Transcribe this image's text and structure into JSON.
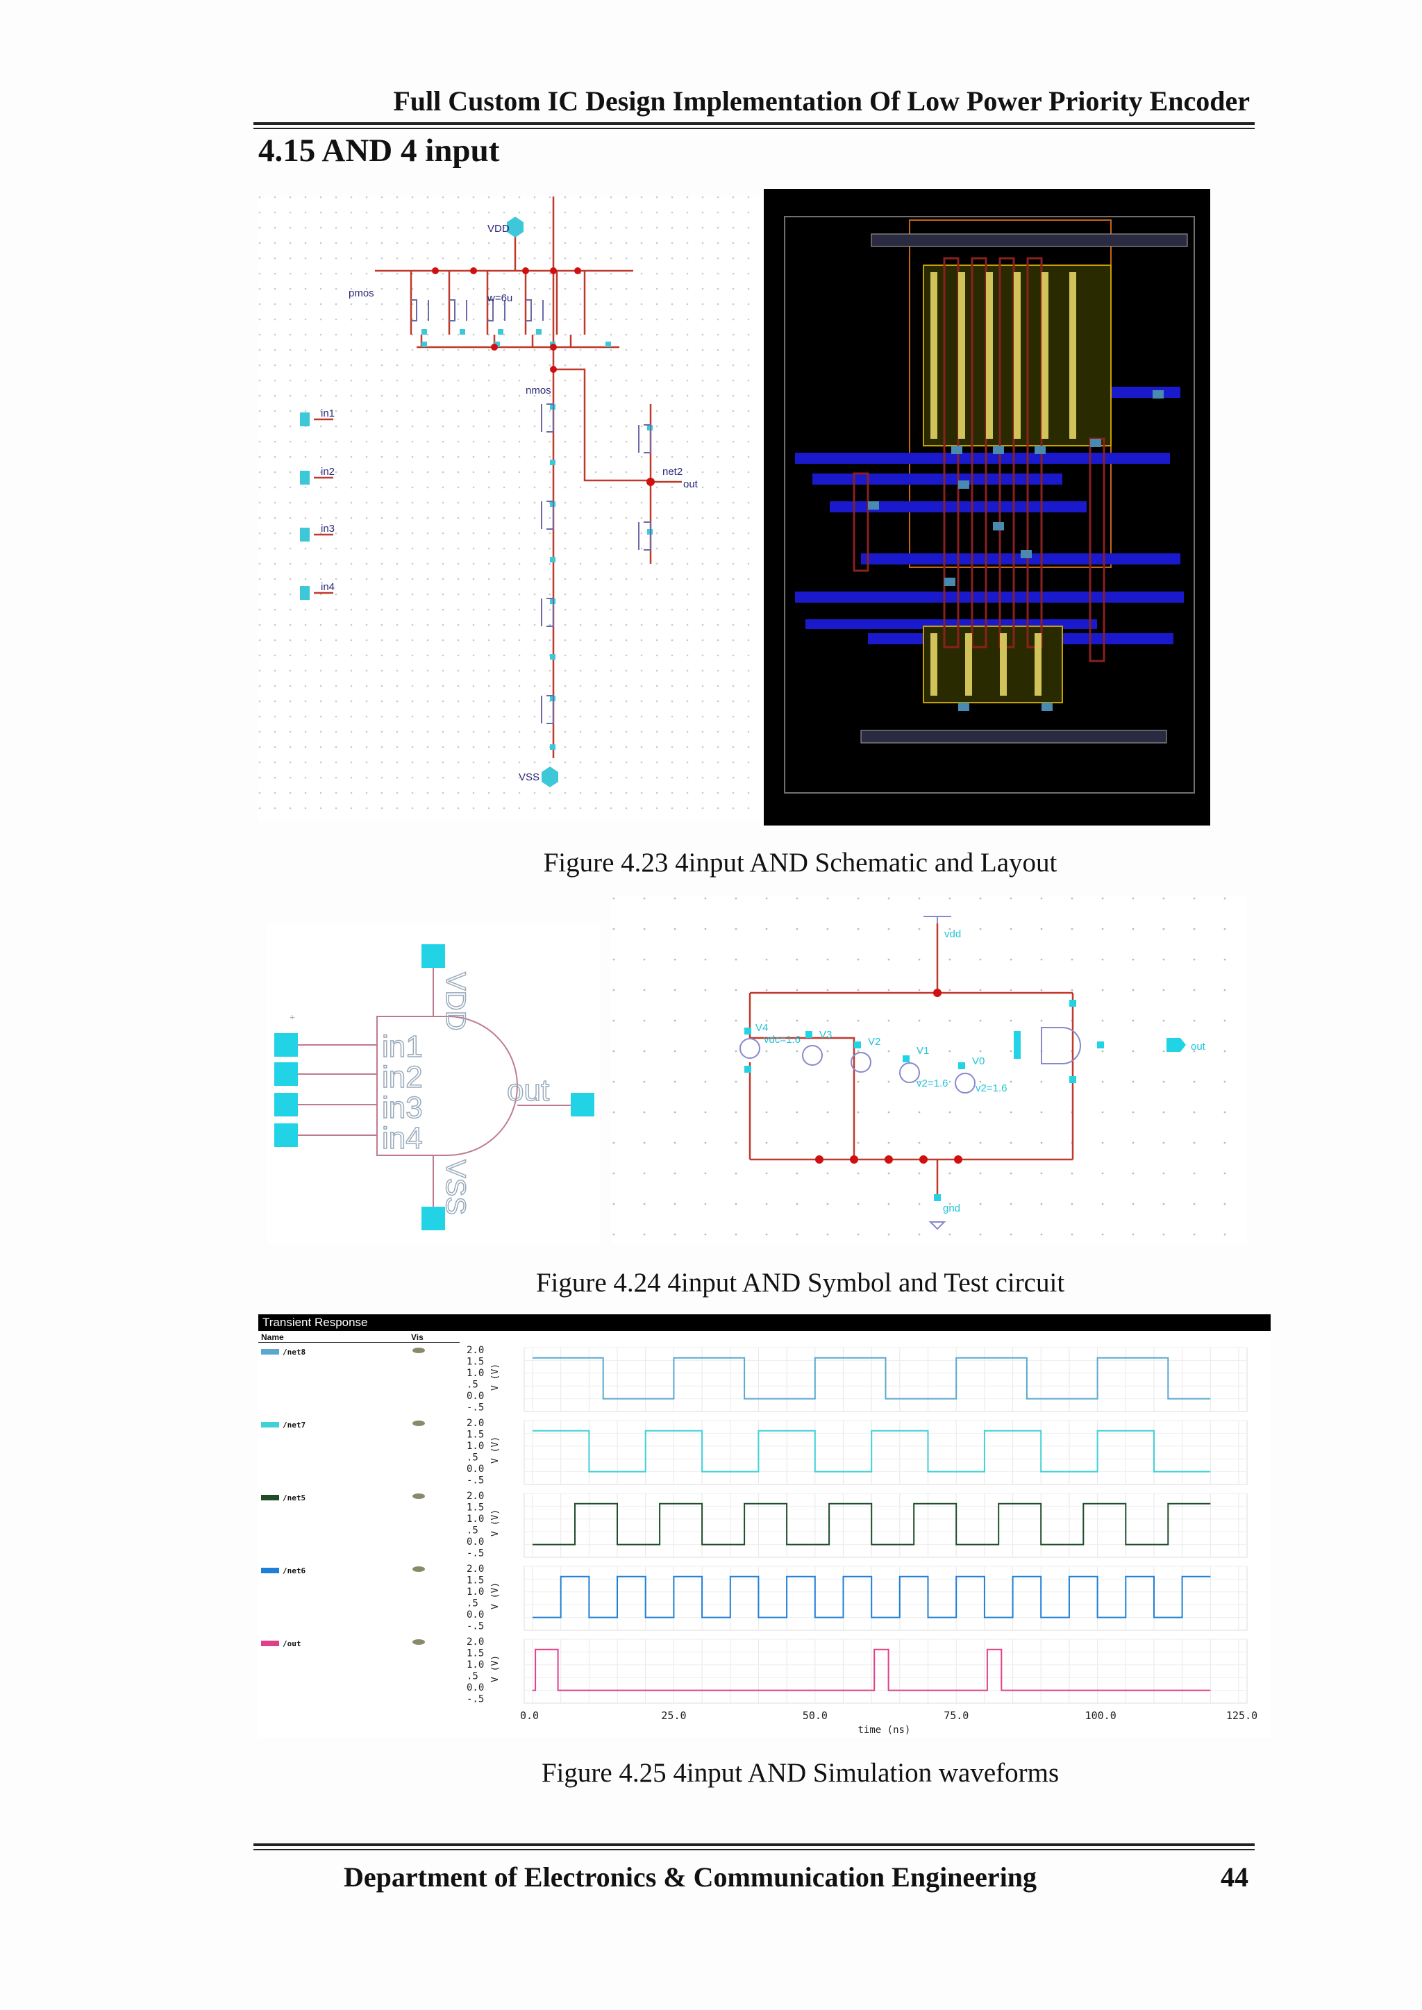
{
  "header": {
    "title": "Full Custom IC Design Implementation Of Low Power Priority Encoder"
  },
  "section": {
    "title": "4.15 AND 4 input"
  },
  "figures": {
    "schematic": {
      "caption": "Figure 4.23 4input AND Schematic and Layout",
      "vdd": "VDD",
      "vss": "VSS",
      "inputs": [
        "in1",
        "in2",
        "in3",
        "in4"
      ],
      "out": "out",
      "pmos": "pmos",
      "nmos": "nmos",
      "width": "w=6u",
      "net": "net2"
    },
    "symbol": {
      "caption": "Figure 4.24 4input AND Symbol and Test circuit",
      "pins": [
        "in1",
        "in2",
        "in3",
        "in4"
      ],
      "out": "out",
      "vdd": "VDD",
      "vss": "VSS",
      "test": {
        "vdd": "vdd",
        "gnd": "gnd",
        "out": "out",
        "sources": [
          "V4",
          "V3",
          "V2",
          "V1",
          "V0"
        ],
        "vdc": "vdc=1.6",
        "v2a": "v2=1.6",
        "v2b": "v2=1.6",
        "v1": "V1",
        "v0label": "V0"
      }
    },
    "waveforms": {
      "caption": "Figure 4.25 4input AND Simulation waveforms",
      "window_title": "Transient Response",
      "col_name": "Name",
      "col_vis": "Vis",
      "ylabel": "V (V)",
      "yticks": [
        "2.0",
        "1.5",
        "1.0",
        ".5",
        "0.0",
        "-.5"
      ],
      "xticks": [
        "0.0",
        "25.0",
        "50.0",
        "75.0",
        "100.0",
        "125.0"
      ],
      "xlabel": "time (ns)"
    }
  },
  "chart_data": {
    "type": "line",
    "title": "Transient Response",
    "xlabel": "time (ns)",
    "ylabel": "V (V)",
    "xlim": [
      0,
      125
    ],
    "ylim": [
      -0.5,
      2.0
    ],
    "series": [
      {
        "name": "/net8",
        "color": "#5aa8d0",
        "x": [
          0,
          12.5,
          12.5,
          25,
          25,
          37.5,
          37.5,
          50,
          50,
          62.5,
          62.5,
          75,
          75,
          87.5,
          87.5,
          100,
          100,
          112.5,
          112.5,
          120
        ],
        "y": [
          1.6,
          1.6,
          0,
          0,
          1.6,
          1.6,
          0,
          0,
          1.6,
          1.6,
          0,
          0,
          1.6,
          1.6,
          0,
          0,
          1.6,
          1.6,
          0,
          0
        ]
      },
      {
        "name": "/net7",
        "color": "#3fd0d8",
        "x": [
          0,
          10,
          10,
          20,
          20,
          30,
          30,
          40,
          40,
          50,
          50,
          60,
          60,
          70,
          70,
          80,
          80,
          90,
          90,
          100,
          100,
          110,
          110,
          120
        ],
        "y": [
          1.6,
          1.6,
          0,
          0,
          1.6,
          1.6,
          0,
          0,
          1.6,
          1.6,
          0,
          0,
          1.6,
          1.6,
          0,
          0,
          1.6,
          1.6,
          0,
          0,
          1.6,
          1.6,
          0,
          0
        ]
      },
      {
        "name": "/net5",
        "color": "#1f4d2a",
        "x": [
          0,
          7.5,
          7.5,
          15,
          15,
          22.5,
          22.5,
          30,
          30,
          37.5,
          37.5,
          45,
          45,
          52.5,
          52.5,
          60,
          60,
          67.5,
          67.5,
          75,
          75,
          82.5,
          82.5,
          90,
          90,
          97.5,
          97.5,
          105,
          105,
          112.5,
          112.5,
          120
        ],
        "y": [
          0,
          0,
          1.6,
          1.6,
          0,
          0,
          1.6,
          1.6,
          0,
          0,
          1.6,
          1.6,
          0,
          0,
          1.6,
          1.6,
          0,
          0,
          1.6,
          1.6,
          0,
          0,
          1.6,
          1.6,
          0,
          0,
          1.6,
          1.6,
          0,
          0,
          1.6,
          1.6
        ]
      },
      {
        "name": "/net6",
        "color": "#1e7fd8",
        "x": [
          0,
          5,
          5,
          10,
          10,
          15,
          15,
          20,
          20,
          25,
          25,
          30,
          30,
          35,
          35,
          40,
          40,
          45,
          45,
          50,
          50,
          55,
          55,
          60,
          60,
          65,
          65,
          70,
          70,
          75,
          75,
          80,
          80,
          85,
          85,
          90,
          90,
          95,
          95,
          100,
          100,
          105,
          105,
          110,
          110,
          115,
          115,
          120
        ],
        "y": [
          0,
          0,
          1.6,
          1.6,
          0,
          0,
          1.6,
          1.6,
          0,
          0,
          1.6,
          1.6,
          0,
          0,
          1.6,
          1.6,
          0,
          0,
          1.6,
          1.6,
          0,
          0,
          1.6,
          1.6,
          0,
          0,
          1.6,
          1.6,
          0,
          0,
          1.6,
          1.6,
          0,
          0,
          1.6,
          1.6,
          0,
          0,
          1.6,
          1.6,
          0,
          0,
          1.6,
          1.6,
          0,
          0,
          1.6,
          1.6
        ]
      },
      {
        "name": "/out",
        "color": "#e0408a",
        "x": [
          0,
          0.5,
          0.5,
          4.5,
          4.5,
          60.5,
          60.5,
          63,
          63,
          80.5,
          80.5,
          83,
          83,
          120
        ],
        "y": [
          0,
          0,
          1.6,
          1.6,
          0,
          0,
          1.6,
          1.6,
          0,
          0,
          1.6,
          1.6,
          0,
          0
        ]
      }
    ]
  }
}
